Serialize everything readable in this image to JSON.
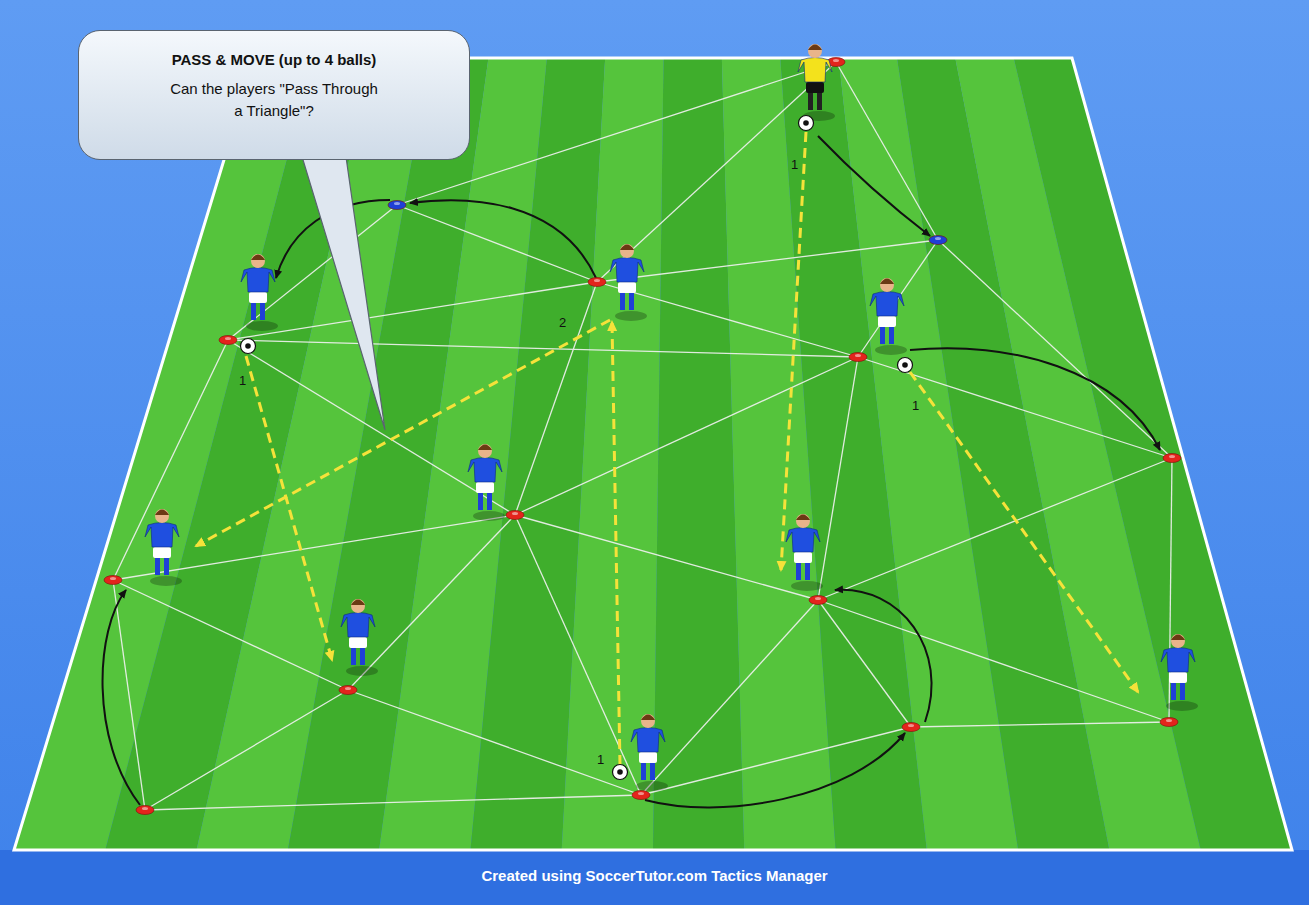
{
  "diagram": {
    "caption": "Created using SoccerTutor.com Tactics Manager",
    "nodes": [
      {
        "text": [
          "PASS & MOVE (up to 4 balls)",
          "Can the players \"Pass Through a Triangle\"?"
        ]
      }
    ],
    "labels": [
      "1",
      "2",
      "1",
      "1",
      "1"
    ]
  }
}
